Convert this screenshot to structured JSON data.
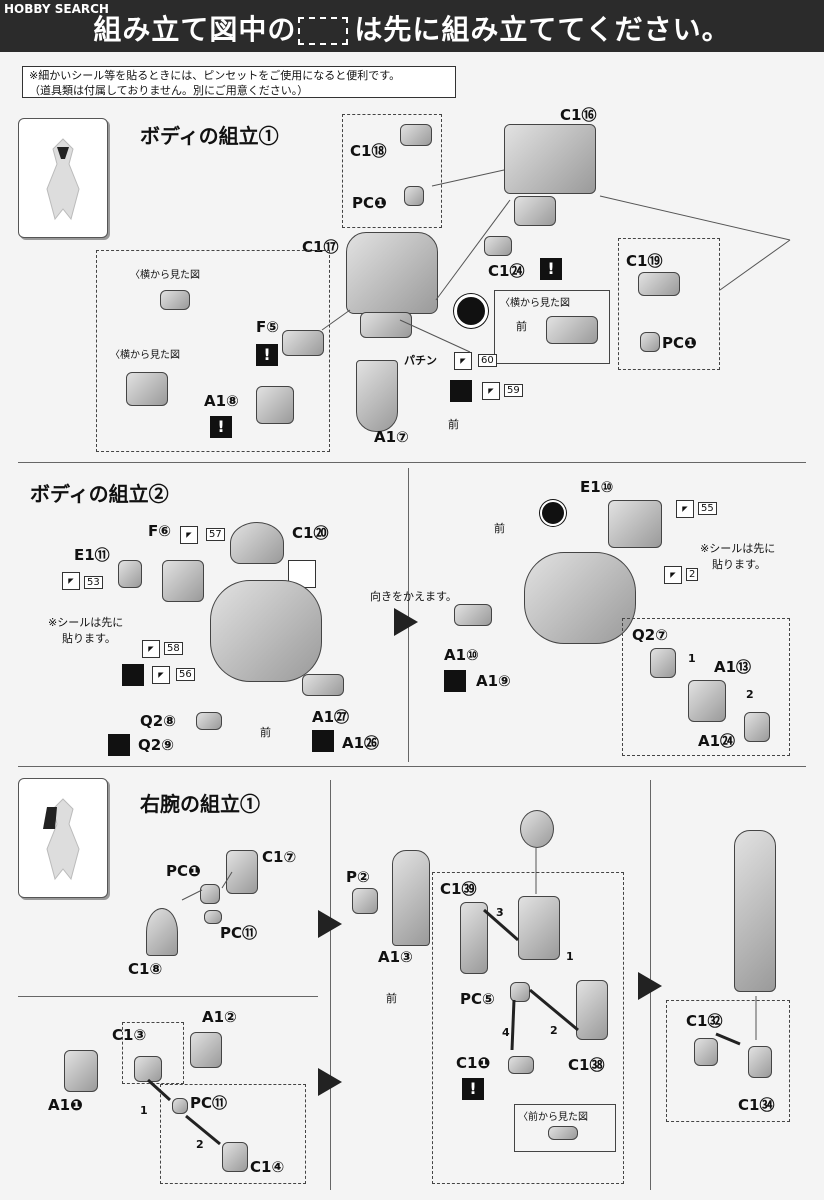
{
  "watermark": "HOBBY SEARCH",
  "header": {
    "title_pre": "組み立て図中の",
    "title_post": "は先に組み立ててください。"
  },
  "note": {
    "line1": "※細かいシール等を貼るときには、ピンセットをご使用になると便利です。",
    "line2": "（道具類は付属しておりません。別にご用意ください。）"
  },
  "sections": {
    "body1": {
      "title": "ボディの組立①"
    },
    "body2": {
      "title": "ボディの組立②"
    },
    "rarm1": {
      "title": "右腕の組立①"
    }
  },
  "body1_labels": {
    "c1_18": "C1⑱",
    "pc1_a": "PC❶",
    "c1_16": "C1⑯",
    "c1_17": "C1⑰",
    "c1_24": "C1㉔",
    "c1_19": "C1⑲",
    "pc1_b": "PC❶",
    "f5": "F⑤",
    "a1_8": "A1⑧",
    "a1_7": "A1⑦",
    "side_view_1": "〈横から見た図",
    "side_view_2": "〈横から見た図",
    "side_view_3": "〈横から見た図",
    "front": "前",
    "front2": "前",
    "pachin": "パチン",
    "s60": "60",
    "s59": "59"
  },
  "body2_labels": {
    "f6": "F⑥",
    "s57": "57",
    "c1_20": "C1⑳",
    "e1_11": "E1⑪",
    "s53": "53",
    "sticker_first": "※シールは先に",
    "sticker_first2": "貼ります。",
    "s58": "58",
    "s56": "56",
    "q2_8": "Q2⑧",
    "q2_9": "Q2⑨",
    "a1_27": "A1㉗",
    "a1_26": "A1㉖",
    "front": "前",
    "turn": "向きをかえます。",
    "front2": "前",
    "e1_10": "E1⑩",
    "s55": "55",
    "s2": "2",
    "sticker_first_b": "※シールは先に",
    "sticker_first_b2": "貼ります。",
    "a1_10": "A1⑩",
    "a1_9": "A1⑨",
    "q2_7": "Q2⑦",
    "a1_13": "A1⑬",
    "a1_24": "A1㉔",
    "n1": "1",
    "n2": "2"
  },
  "rarm_labels": {
    "pc1": "PC❶",
    "c1_7": "C1⑦",
    "pc11": "PC⑪",
    "c1_8": "C1⑧",
    "p2": "P②",
    "a1_3": "A1③",
    "c1_39": "C1㊴",
    "n3": "3",
    "n1": "1",
    "pc5": "PC⑤",
    "n4": "4",
    "n2": "2",
    "c1_38": "C1㊳",
    "c1_1": "C1❶",
    "front_view": "〈前から見た図",
    "front": "前",
    "c1_3": "C1③",
    "a1_2": "A1②",
    "a1_1": "A1❶",
    "pc11_b": "PC⑪",
    "c1_4": "C1④",
    "n1b": "1",
    "n2b": "2",
    "c1_32": "C1㉜",
    "c1_34": "C1㉞"
  }
}
